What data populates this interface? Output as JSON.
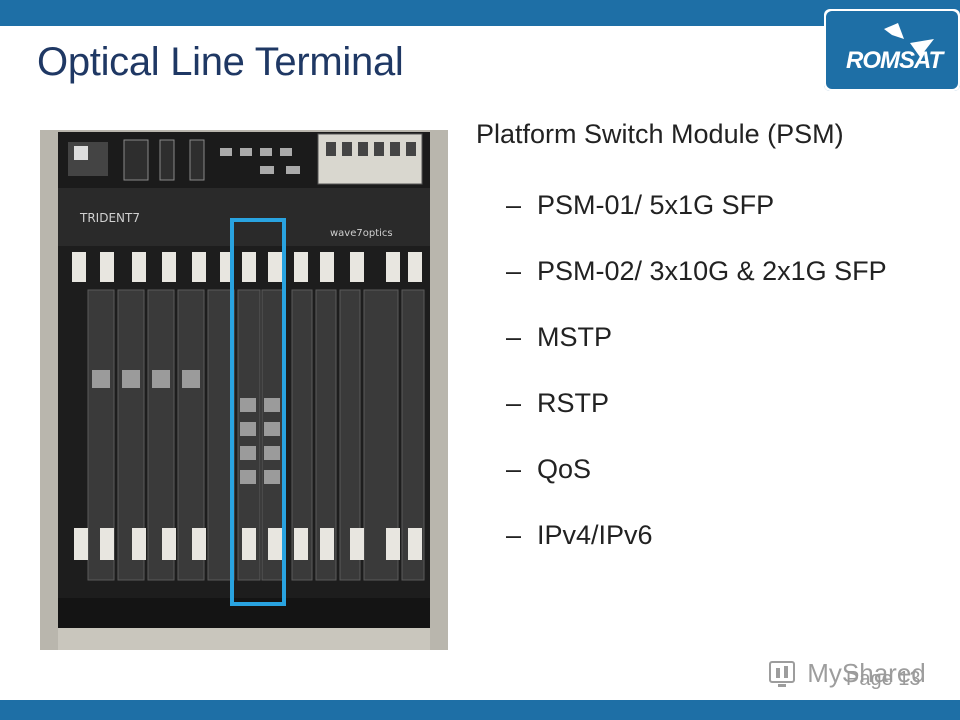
{
  "slide": {
    "title": "Optical Line Terminal",
    "lead": "Platform Switch Module (PSM)",
    "bullets": [
      "PSM-01/ 5x1G SFP",
      "PSM-02/ 3x10G & 2x1G SFP",
      "MSTP",
      "RSTP",
      "QoS",
      "IPv4/IPv6"
    ],
    "bullet_marker": "–",
    "page_label": "Page 13"
  },
  "logo": {
    "text": "ROMSAT"
  },
  "photo": {
    "brand_left": "TRIDENT7",
    "brand_right": "wave7optics"
  },
  "watermark": {
    "text": "MyShared"
  },
  "colors": {
    "brand_blue": "#1e6fa6",
    "title_color": "#1f3864",
    "highlight": "#29a3e0"
  },
  "icons": [
    "romsat-logo",
    "rack-chassis-photo",
    "myshared-watermark-icon"
  ]
}
